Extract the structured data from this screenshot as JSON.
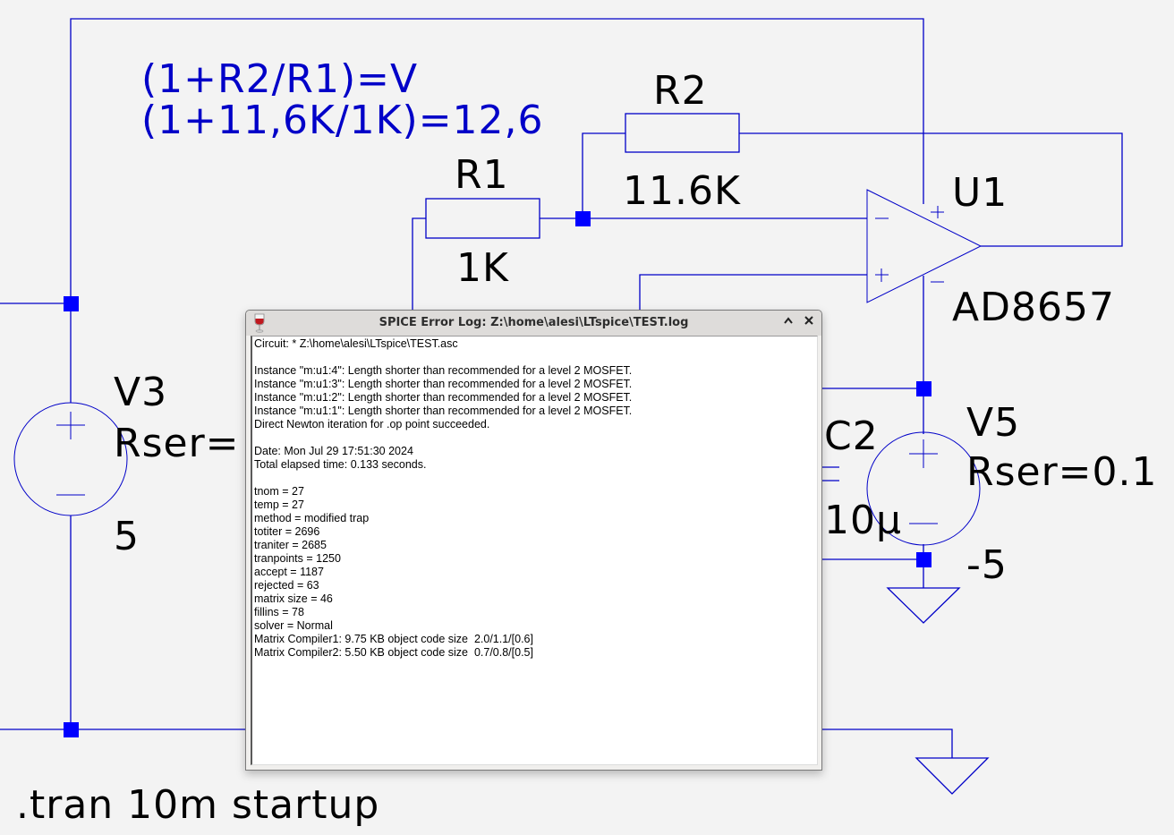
{
  "schematic": {
    "colors": {
      "wire": "#0000c8",
      "junction": "#0000ff",
      "component_text": "#000000",
      "note_text": "#0000c8",
      "background": "#f3f3f3"
    },
    "note": {
      "line1": "(1+R2/R1)=V",
      "line2": "(1+11,6K/1K)=12,6"
    },
    "components": {
      "r1": {
        "name": "R1",
        "value": "1K"
      },
      "r2": {
        "name": "R2",
        "value": "11.6K"
      },
      "u1": {
        "name": "U1",
        "value": "AD8657"
      },
      "v3": {
        "name": "V3",
        "rser": "Rser=",
        "value": "5"
      },
      "v5": {
        "name": "V5",
        "rser": "Rser=0.1",
        "value": "-5"
      },
      "c2": {
        "name": "C2",
        "value": "10µ"
      }
    },
    "directive": ".tran 10m startup"
  },
  "dialog": {
    "title": "SPICE Error Log: Z:\\home\\alesi\\LTspice\\TEST.log",
    "icon": "wine-glass-icon",
    "buttons": {
      "maximize": "^",
      "close": "✕"
    },
    "log_lines": [
      "Circuit: * Z:\\home\\alesi\\LTspice\\TEST.asc",
      "",
      "Instance \"m:u1:4\": Length shorter than recommended for a level 2 MOSFET.",
      "Instance \"m:u1:3\": Length shorter than recommended for a level 2 MOSFET.",
      "Instance \"m:u1:2\": Length shorter than recommended for a level 2 MOSFET.",
      "Instance \"m:u1:1\": Length shorter than recommended for a level 2 MOSFET.",
      "Direct Newton iteration for .op point succeeded.",
      "",
      "Date: Mon Jul 29 17:51:30 2024",
      "Total elapsed time: 0.133 seconds.",
      "",
      "tnom = 27",
      "temp = 27",
      "method = modified trap",
      "totiter = 2696",
      "traniter = 2685",
      "tranpoints = 1250",
      "accept = 1187",
      "rejected = 63",
      "matrix size = 46",
      "fillins = 78",
      "solver = Normal",
      "Matrix Compiler1: 9.75 KB object code size  2.0/1.1/[0.6]",
      "Matrix Compiler2: 5.50 KB object code size  0.7/0.8/[0.5]"
    ]
  }
}
